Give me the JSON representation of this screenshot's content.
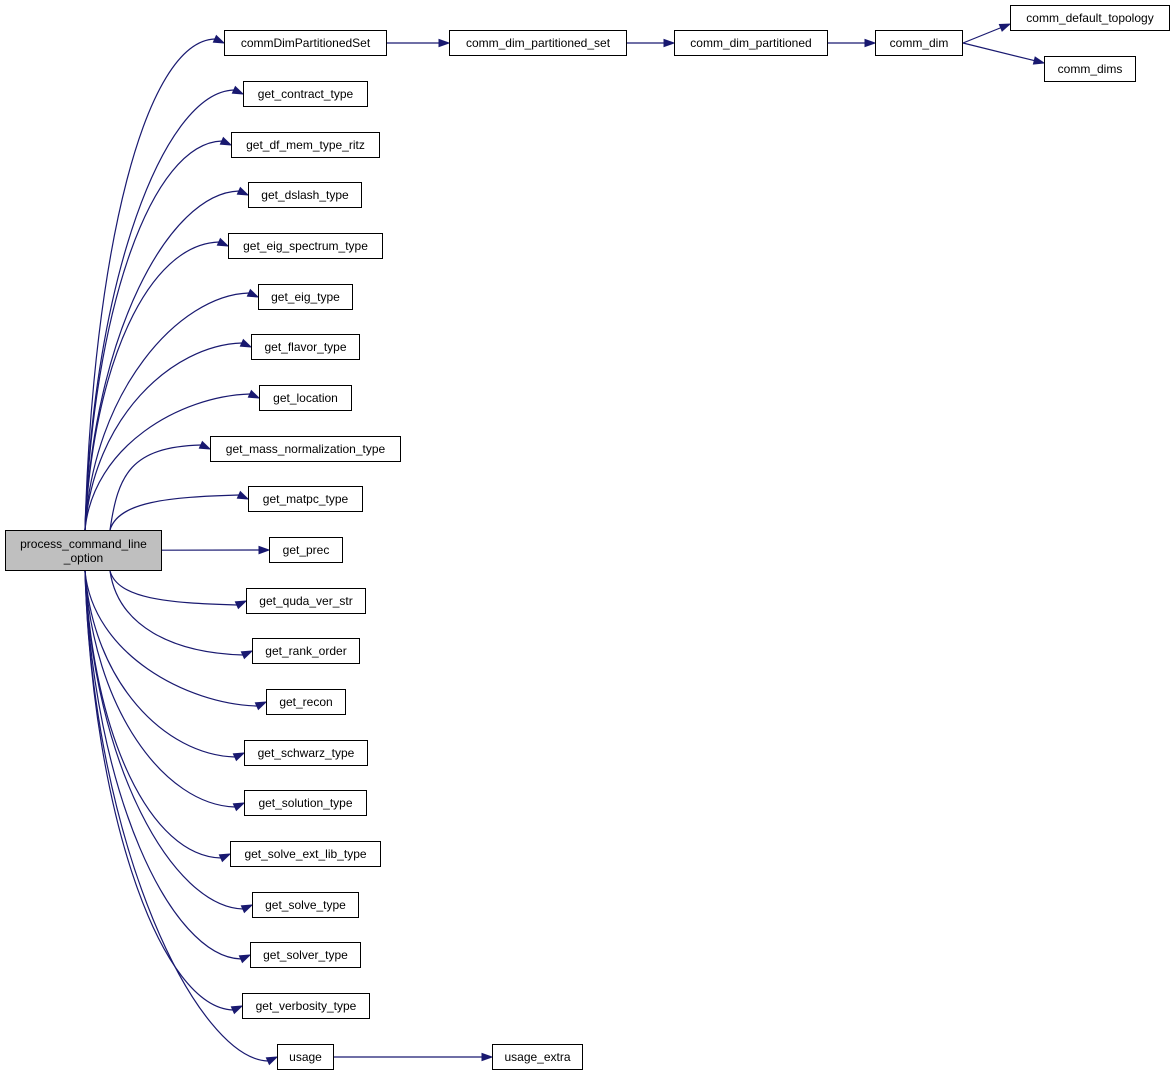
{
  "colors": {
    "edge": "#191970",
    "root_fill": "#bfbfbf",
    "node_border": "#000000"
  },
  "root": {
    "label": "process_command_line\n_option"
  },
  "nodes": {
    "commDimPartitionedSet": "commDimPartitionedSet",
    "comm_dim_partitioned_set": "comm_dim_partitioned_set",
    "comm_dim_partitioned": "comm_dim_partitioned",
    "comm_dim": "comm_dim",
    "comm_default_topology": "comm_default_topology",
    "comm_dims": "comm_dims",
    "get_contract_type": "get_contract_type",
    "get_df_mem_type_ritz": "get_df_mem_type_ritz",
    "get_dslash_type": "get_dslash_type",
    "get_eig_spectrum_type": "get_eig_spectrum_type",
    "get_eig_type": "get_eig_type",
    "get_flavor_type": "get_flavor_type",
    "get_location": "get_location",
    "get_mass_normalization_type": "get_mass_normalization_type",
    "get_matpc_type": "get_matpc_type",
    "get_prec": "get_prec",
    "get_quda_ver_str": "get_quda_ver_str",
    "get_rank_order": "get_rank_order",
    "get_recon": "get_recon",
    "get_schwarz_type": "get_schwarz_type",
    "get_solution_type": "get_solution_type",
    "get_solve_ext_lib_type": "get_solve_ext_lib_type",
    "get_solve_type": "get_solve_type",
    "get_solver_type": "get_solver_type",
    "get_verbosity_type": "get_verbosity_type",
    "usage": "usage",
    "usage_extra": "usage_extra"
  },
  "edges": [
    [
      "root",
      "commDimPartitionedSet"
    ],
    [
      "root",
      "get_contract_type"
    ],
    [
      "root",
      "get_df_mem_type_ritz"
    ],
    [
      "root",
      "get_dslash_type"
    ],
    [
      "root",
      "get_eig_spectrum_type"
    ],
    [
      "root",
      "get_eig_type"
    ],
    [
      "root",
      "get_flavor_type"
    ],
    [
      "root",
      "get_location"
    ],
    [
      "root",
      "get_mass_normalization_type"
    ],
    [
      "root",
      "get_matpc_type"
    ],
    [
      "root",
      "get_prec"
    ],
    [
      "root",
      "get_quda_ver_str"
    ],
    [
      "root",
      "get_rank_order"
    ],
    [
      "root",
      "get_recon"
    ],
    [
      "root",
      "get_schwarz_type"
    ],
    [
      "root",
      "get_solution_type"
    ],
    [
      "root",
      "get_solve_ext_lib_type"
    ],
    [
      "root",
      "get_solve_type"
    ],
    [
      "root",
      "get_solver_type"
    ],
    [
      "root",
      "get_verbosity_type"
    ],
    [
      "root",
      "usage"
    ],
    [
      "commDimPartitionedSet",
      "comm_dim_partitioned_set"
    ],
    [
      "comm_dim_partitioned_set",
      "comm_dim_partitioned"
    ],
    [
      "comm_dim_partitioned",
      "comm_dim"
    ],
    [
      "comm_dim",
      "comm_default_topology"
    ],
    [
      "comm_dim",
      "comm_dims"
    ],
    [
      "usage",
      "usage_extra"
    ]
  ]
}
